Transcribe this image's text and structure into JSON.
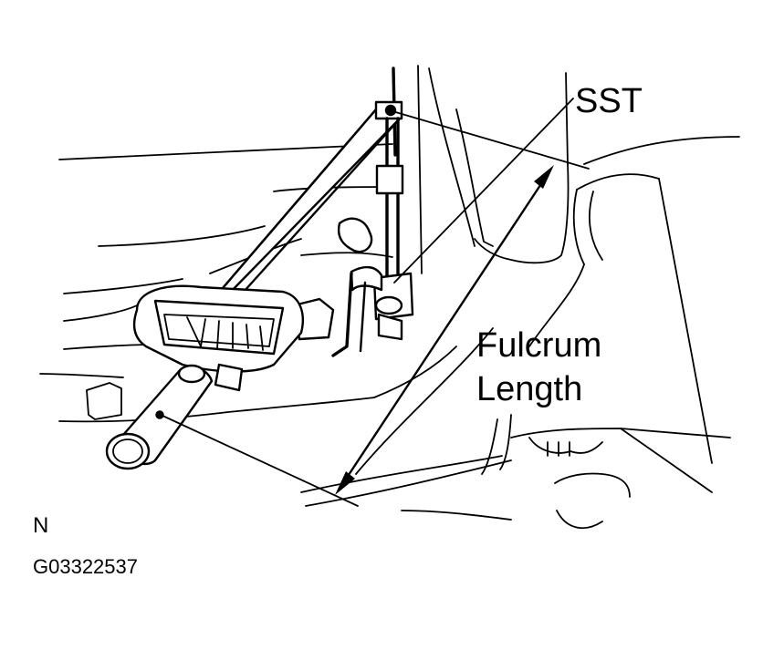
{
  "labels": {
    "sst": "SST",
    "fulcrum_line1": "Fulcrum",
    "fulcrum_line2": "Length",
    "code_letter": "N",
    "figure_code": "G03322537"
  },
  "colors": {
    "ink": "#000000",
    "background": "#ffffff"
  }
}
